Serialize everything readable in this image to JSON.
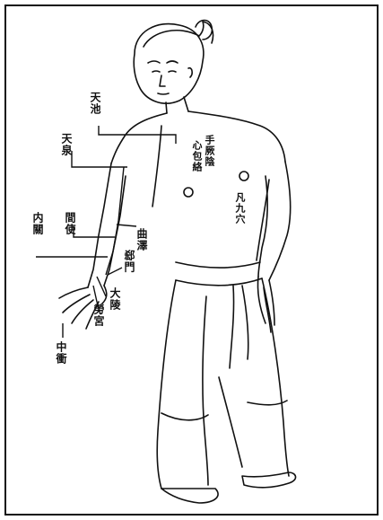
{
  "labels": {
    "tianchi": "天池",
    "tianquan": "天泉",
    "neiguan": "内關",
    "jianshi": "間使",
    "quze": "曲澤",
    "ximen": "郄門",
    "daling": "大陵",
    "laogong": "勞宮",
    "zhongchong": "中衝",
    "meridian_name_1": "手厥陰",
    "meridian_name_2": "心包絡",
    "point_count": "凡九穴"
  },
  "colors": {
    "ink": "#111111",
    "paper": "#ffffff"
  }
}
